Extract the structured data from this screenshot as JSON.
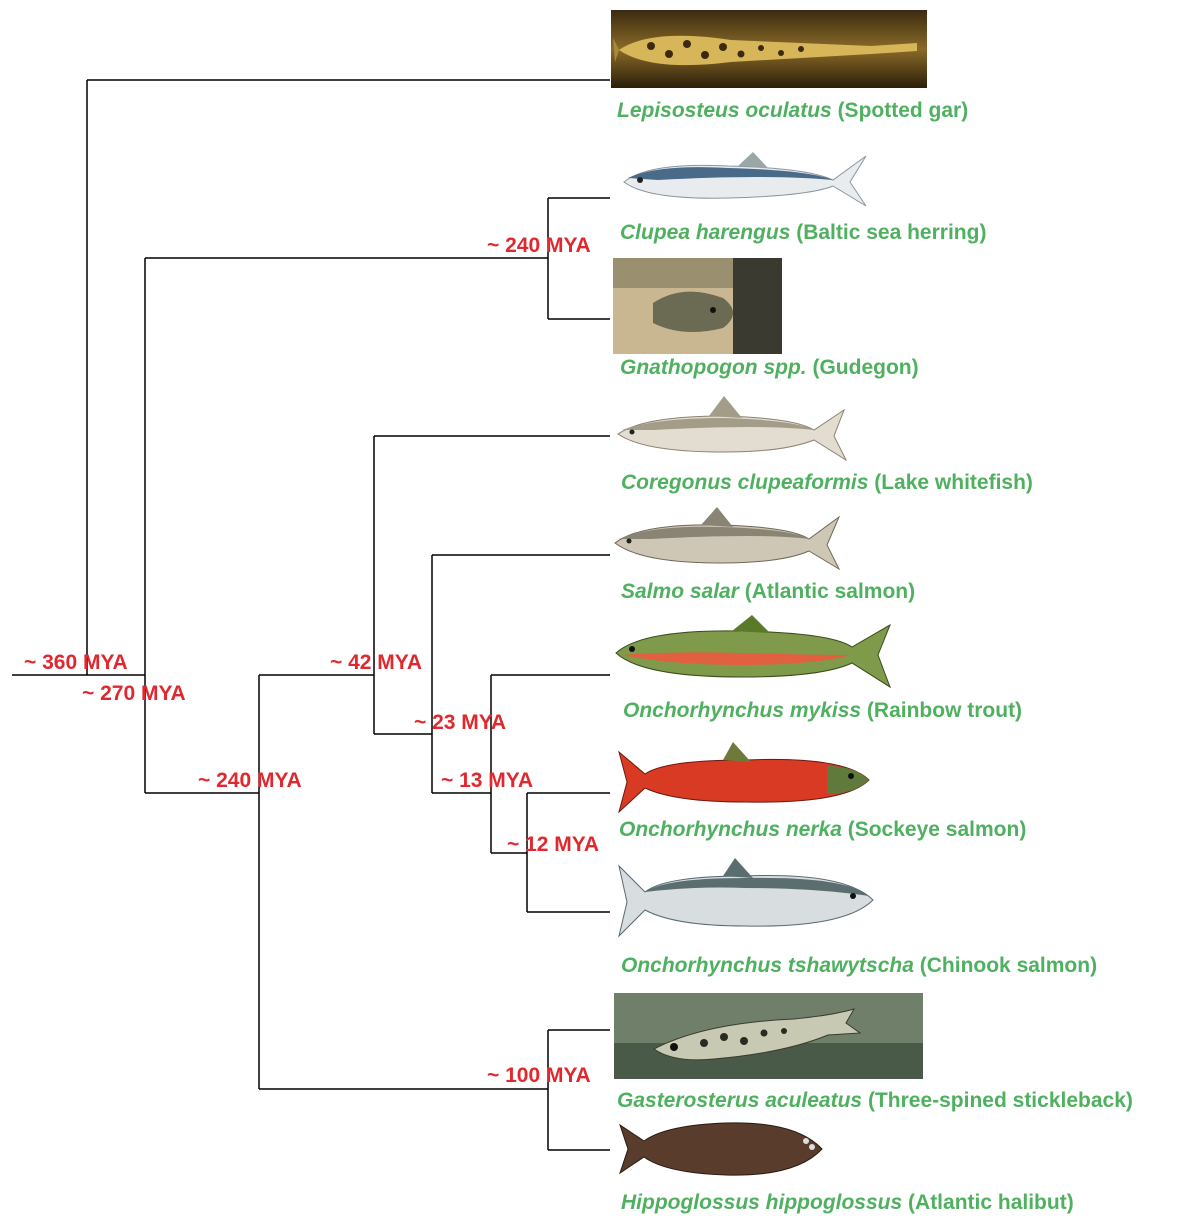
{
  "node_labels": {
    "n360": "~ 360 MYA",
    "n270": "~ 270 MYA",
    "n240_herring": "~ 240 MYA",
    "n240_main": "~ 240 MYA",
    "n42": "~ 42 MYA",
    "n23": "~ 23 MYA",
    "n13": "~ 13 MYA",
    "n12": "~ 12 MYA",
    "n100": "~ 100 MYA"
  },
  "taxa": [
    {
      "sci": "Lepisosteus oculatus",
      "common": "(Spotted gar)"
    },
    {
      "sci": "Clupea harengus",
      "common": "(Baltic sea herring)"
    },
    {
      "sci": "Gnathopogon spp.",
      "common": "(Gudegon)"
    },
    {
      "sci": "Coregonus clupeaformis",
      "common": "(Lake whitefish)"
    },
    {
      "sci": "Salmo salar",
      "common": "(Atlantic salmon)"
    },
    {
      "sci": "Onchorhynchus mykiss",
      "common": "(Rainbow trout)"
    },
    {
      "sci": "Onchorhynchus nerka",
      "common": "(Sockeye salmon)"
    },
    {
      "sci": "Onchorhynchus tshawytscha",
      "common": "(Chinook salmon)"
    },
    {
      "sci": "Gasterosterus aculeatus",
      "common": "(Three-spined stickleback)"
    },
    {
      "sci": "Hippoglossus hippoglossus",
      "common": "(Atlantic halibut)"
    }
  ],
  "colors": {
    "node_label": "#e0282f",
    "taxon_label": "#4fb060",
    "branch": "#000000"
  }
}
